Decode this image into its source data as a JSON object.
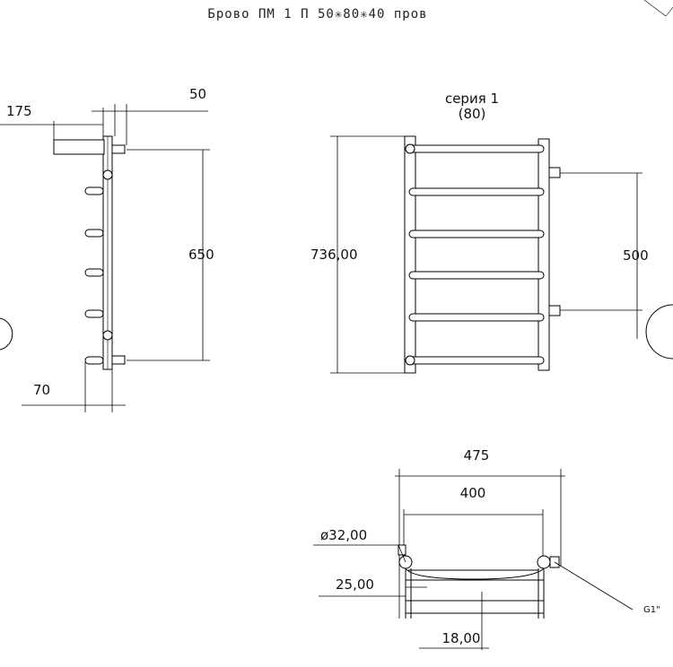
{
  "title": "Брово ПМ 1 П 50✳80✳40 пров",
  "side_view": {
    "dim_offset": "175",
    "dim_depth": "50",
    "dim_axis": "650",
    "dim_bottom": "70"
  },
  "front_view": {
    "series_label": "серия 1",
    "series_sub": "(80)",
    "dim_height": "736,00",
    "dim_axis": "500"
  },
  "top_view": {
    "dim_total": "475",
    "dim_inner": "400",
    "dim_diameter": "ø32,00",
    "dim_wall": "25,00",
    "dim_gap": "18,00",
    "thread": "G1\""
  }
}
